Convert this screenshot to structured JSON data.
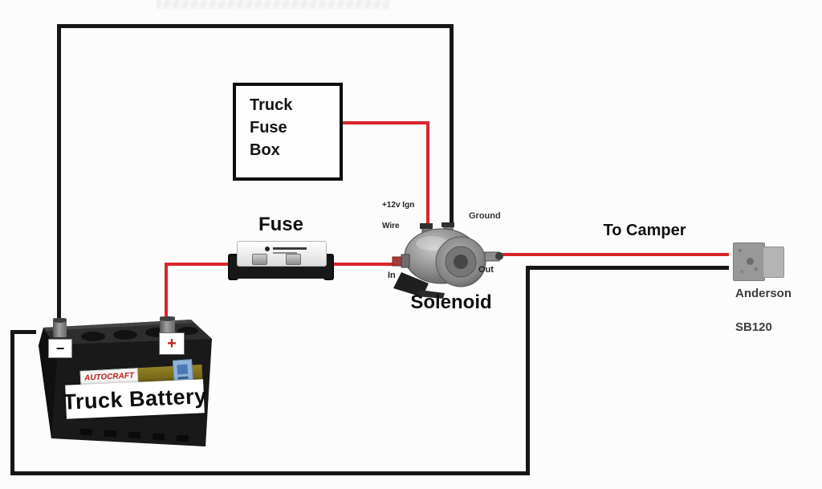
{
  "canvas": {
    "background": "#fcfcfc"
  },
  "colors": {
    "positive_wire": "#d9262b",
    "ground_wire": "#161616",
    "plus_symbol": "#c41f1f"
  },
  "truck_fuse_box": {
    "line1": "Truck",
    "line2": "Fuse",
    "line3": "Box"
  },
  "fuse": {
    "label": "Fuse"
  },
  "solenoid": {
    "label": "Solenoid",
    "ign_line1": "+12v Ign",
    "ign_line2": "Wire",
    "ground": "Ground",
    "in": "In",
    "out": "Out"
  },
  "camper": {
    "label": "To Camper"
  },
  "anderson": {
    "line1": "Anderson",
    "line2": "SB120"
  },
  "battery": {
    "label": "Truck Battery",
    "brand": "AUTOCRAFT",
    "minus": "−",
    "plus": "+"
  }
}
